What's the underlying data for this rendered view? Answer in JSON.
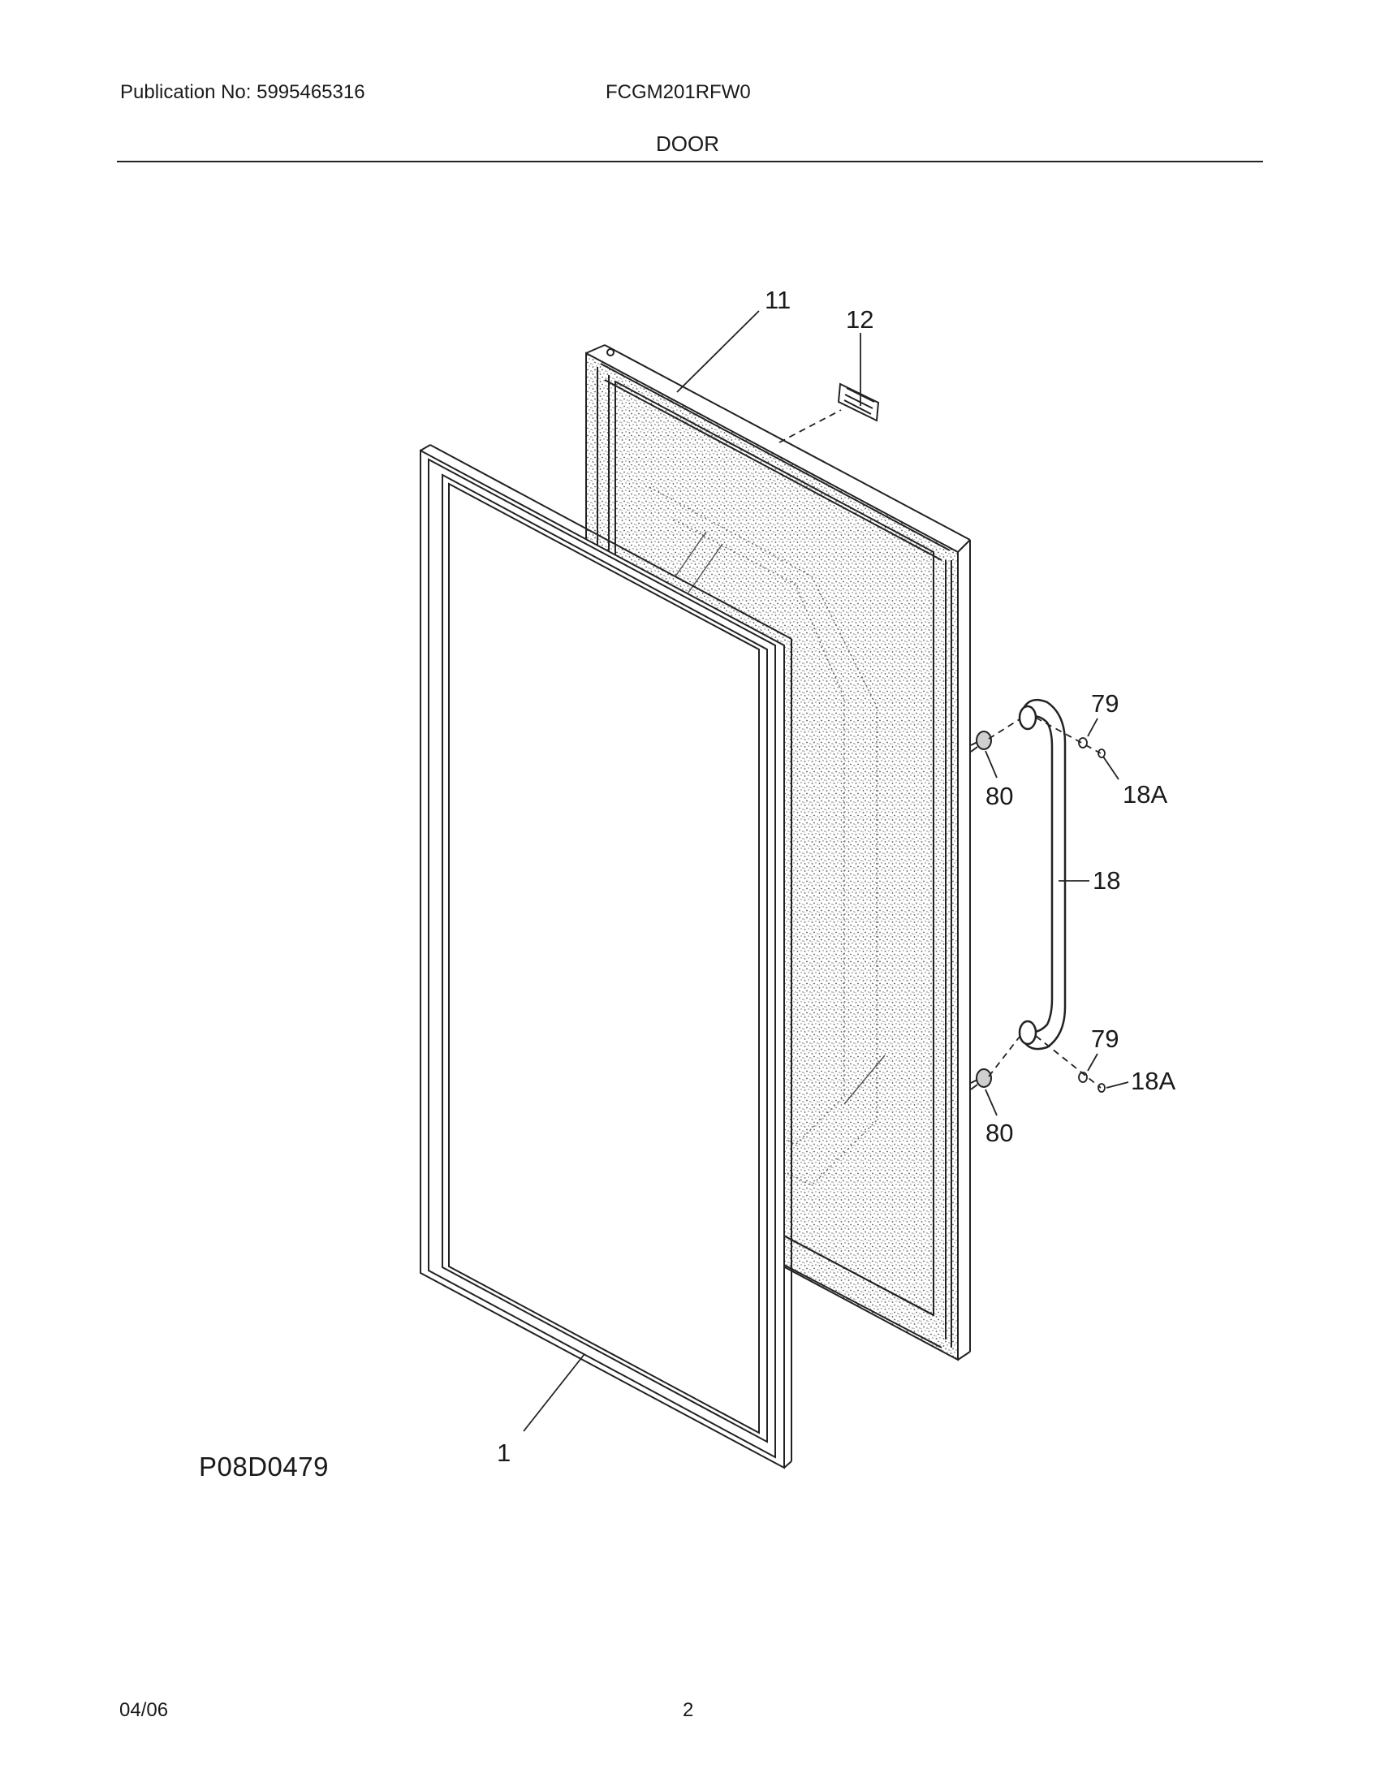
{
  "header": {
    "publication": "Publication No: 5995465316",
    "model": "FCGM201RFW0",
    "section_title": "DOOR"
  },
  "diagram": {
    "figure_id": "P08D0479",
    "callouts": {
      "door_panel": "11",
      "label": "12",
      "gasket": "1",
      "handle": "18",
      "screw_top": "79",
      "screw_bottom": "79",
      "plug_top": "18A",
      "plug_bottom": "18A",
      "spacer_top": "80",
      "spacer_bottom": "80"
    }
  },
  "footer": {
    "date": "04/06",
    "page_number": "2"
  }
}
